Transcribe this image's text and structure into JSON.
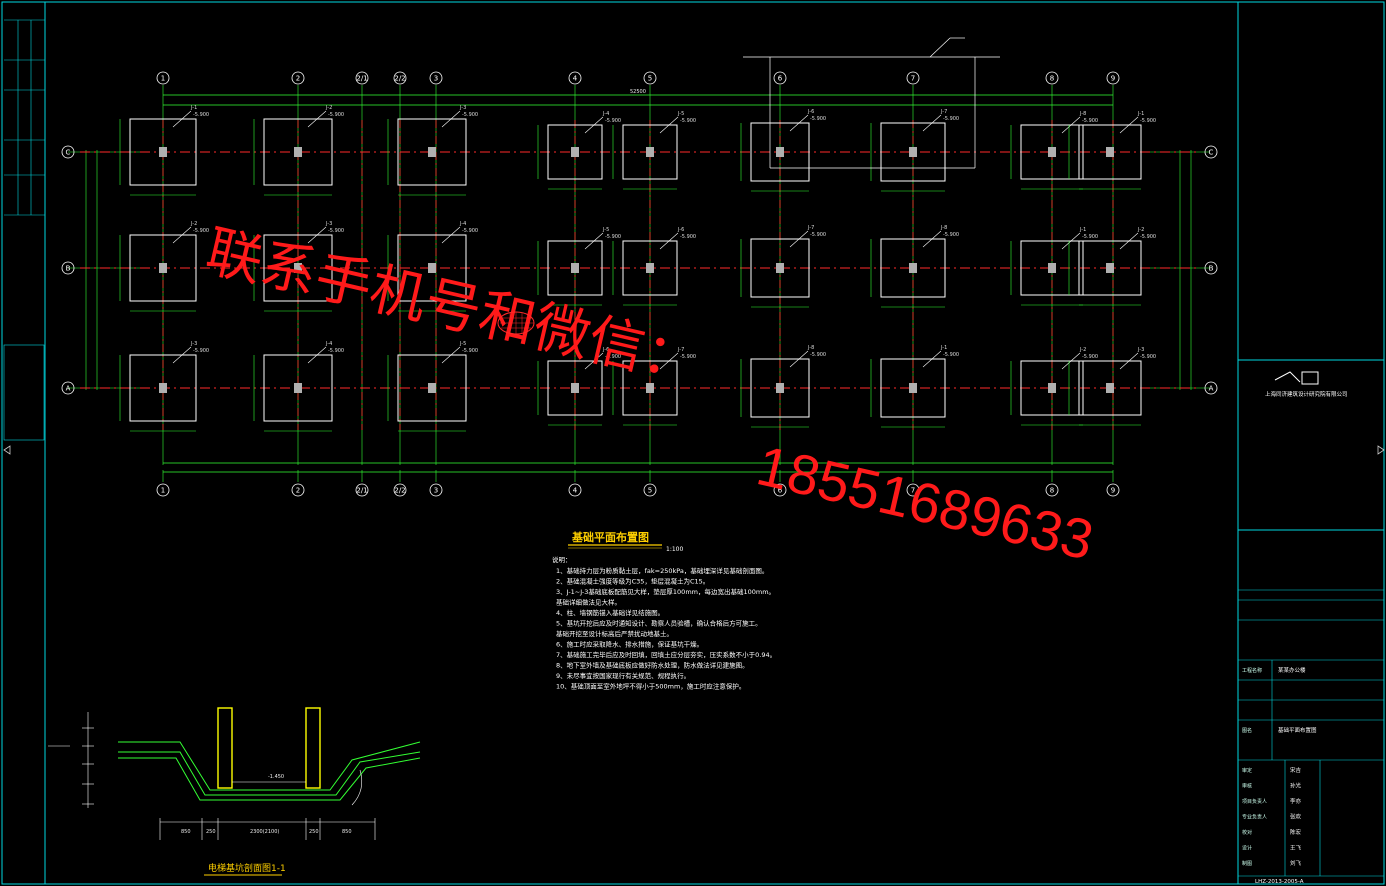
{
  "drawing": {
    "plan_title": "基础平面布置图",
    "plan_scale": "1:100",
    "overall_dimension": "52500",
    "notes_heading": "说明：",
    "notes": [
      "1、基础持力层为粉质黏土层，fak=250kPa，基础埋深详见基础剖面图。",
      "2、基础混凝土强度等级为C35，垫层混凝土为C15。",
      "3、J-1~J-3基础底板配筋见大样，垫层厚100mm，每边宽出基础100mm。",
      "   基础详细做法见大样。",
      "4、柱、墙钢筋锚入基础详见结施图。",
      "5、基坑开挖后应及时通知设计、勘察人员验槽，确认合格后方可施工。",
      "   基础开挖至设计标高后严禁扰动地基土。",
      "6、施工时应采取降水、排水措施，保证基坑干燥。",
      "7、基础施工完毕后应及时回填，回填土应分层夯实，压实系数不小于0.94。",
      "8、地下室外墙及基础底板应做好防水处理，防水做法详见建施图。",
      "9、未尽事宜按国家现行有关规范、规程执行。",
      "10、基础顶面至室外地坪不得小于500mm，施工时应注意保护。"
    ],
    "section_title": "电梯基坑剖面图1-1",
    "section_dims": [
      "850",
      "250",
      "2300(2100)",
      "250",
      "850"
    ],
    "section_level": "-1.450",
    "top_grid_labels": [
      "1",
      "2",
      "2/1",
      "2/2",
      "3",
      "4",
      "5",
      "6",
      "7",
      "8",
      "9"
    ],
    "row_labels": [
      "C",
      "B",
      "A"
    ],
    "footing_tags": [
      "J-1",
      "J-2",
      "J-3",
      "J-4",
      "J-5",
      "J-6",
      "J-7",
      "J-8"
    ],
    "footing_level": "-5.900"
  },
  "watermark": {
    "line1": "联系手机号和微信：",
    "line2": "18551689633"
  },
  "title_block": {
    "company_cn": "上海同济建筑设计研究院有限公司",
    "project_label": "工程名称",
    "project_value": "某某办公楼",
    "drawing_label": "图名",
    "drawing_value": "基础平面布置图",
    "drawing_no": "LHZ-2013-2005-A",
    "rows": [
      "审定",
      "审核",
      "项目负责人",
      "专业负责人",
      "校对",
      "设计",
      "制图"
    ],
    "row_values": [
      "宋吉",
      "孙光",
      "李亦",
      "张欢",
      "陈宏",
      "王飞",
      "刘飞"
    ]
  },
  "colors": {
    "background": "#000000",
    "axis": "#ff2a2a",
    "dimension": "#33ff33",
    "footing": "#ffffff",
    "column": "#bbbbbb",
    "border": "#00d8e0",
    "watermark": "#ff1a1a",
    "title": "#ffd000"
  }
}
